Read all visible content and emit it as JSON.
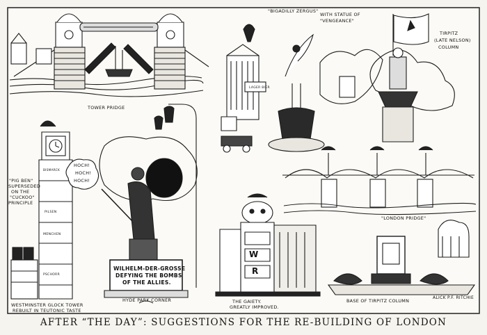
{
  "caption": "AFTER “THE DAY”: SUGGESTIONS FOR THE RE-BUILDING OF LONDON",
  "labels": {
    "tower_bridge": "TOWER PRIDGE",
    "piccadilly": "\"BIGADILLY ZERGUS\"",
    "piccadilly_sub_1": "WITH STATUE OF",
    "piccadilly_sub_2": "\"VENGEANCE\"",
    "tirpitz_1": "TIRPITZ",
    "tirpitz_2": "(LATE NELSON)",
    "tirpitz_3": "COLUMN",
    "big_ben_1": "\"PIG BEN\"",
    "big_ben_2": "SUPERSEDED",
    "big_ben_3": "ON THE",
    "big_ben_4": "\"CUCKOO\"",
    "big_ben_5": "PRINCIPLE",
    "hoch_1": "HOCH!",
    "hoch_2": "HOCH!",
    "hoch_3": "HOCH!",
    "tower_1": "BISMARCK",
    "tower_2": "PILSEN",
    "tower_3": "MÜNCHEN",
    "tower_4": "PSCHORR",
    "statue_1": "WILHELM-DER-GROSSE",
    "statue_2": "DEFYING THE BOMBS",
    "statue_3": "OF THE ALLIES.",
    "hyde_park": "HYDE    PARK    CORNER",
    "clock_tower_1": "WESTMINSTER GLOCK TOWER",
    "clock_tower_2": "REBUILT IN TEUTONIC TASTE",
    "gaiety_1": "THE GAIETY.",
    "gaiety_2": "GREATLY IMPROVED.",
    "london_bridge": "\"LONDON PRIDGE\"",
    "base_column": "BASE OF TIRPITZ COLUMN",
    "signature": "ALICK P.F. RITCHIE",
    "sign_lager": "LAGER BIER"
  }
}
